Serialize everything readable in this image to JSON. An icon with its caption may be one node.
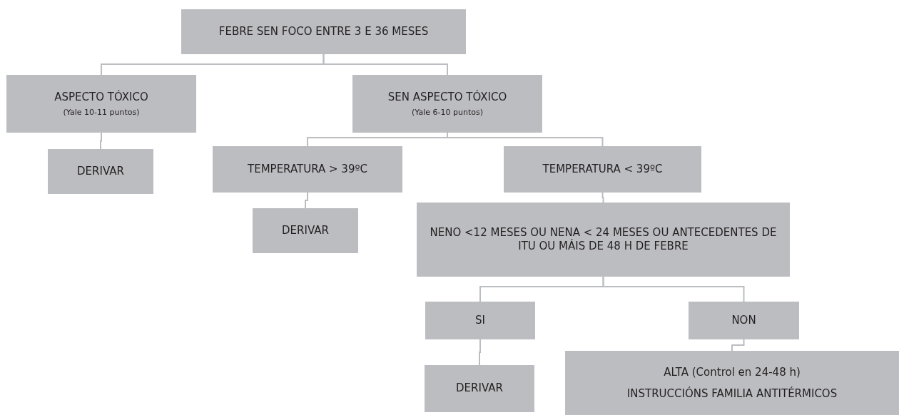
{
  "diagram": {
    "nodes": [
      {
        "text": [
          "FEBRE SEN FOCO ENTRE 3 E 36 MESES"
        ]
      },
      {
        "text": [
          "ASPECTO TÓXICO",
          "(Yale 10-11 puntos)"
        ]
      },
      {
        "text": [
          "SEN ASPECTO TÓXICO",
          "(Yale 6-10 puntos)"
        ]
      },
      {
        "text": [
          "DERIVAR"
        ]
      },
      {
        "text": [
          "TEMPERATURA > 39ºC"
        ]
      },
      {
        "text": [
          "TEMPERATURA < 39ºC"
        ]
      },
      {
        "text": [
          "DERIVAR"
        ]
      },
      {
        "text": [
          "NENO <12 MESES OU NENA < 24 MESES OU ANTECEDENTES DE ITU OU MÁIS DE 48 H DE FEBRE"
        ]
      },
      {
        "text": [
          "SI"
        ]
      },
      {
        "text": [
          "NON"
        ]
      },
      {
        "text": [
          "DERIVAR"
        ]
      },
      {
        "text": [
          "ALTA (Control en 24-48 h)",
          "INSTRUCCIÓNS FAMILIA ANTITÉRMICOS"
        ]
      }
    ],
    "edges": [
      {
        "from": 0,
        "to": 1,
        "arrow": "none"
      },
      {
        "from": 0,
        "to": 2,
        "arrow": "none"
      },
      {
        "from": 1,
        "to": 3,
        "arrow": "none"
      },
      {
        "from": 2,
        "to": 4,
        "arrow": "none"
      },
      {
        "from": 2,
        "to": 5,
        "arrow": "none"
      },
      {
        "from": 4,
        "to": 6,
        "arrow": "none"
      },
      {
        "from": 5,
        "to": 7,
        "arrow": "none"
      },
      {
        "from": 7,
        "to": 8,
        "arrow": "none"
      },
      {
        "from": 7,
        "to": 9,
        "arrow": "none"
      },
      {
        "from": 8,
        "to": 10,
        "arrow": "none"
      },
      {
        "from": 9,
        "to": 11,
        "arrow": "none"
      }
    ]
  }
}
